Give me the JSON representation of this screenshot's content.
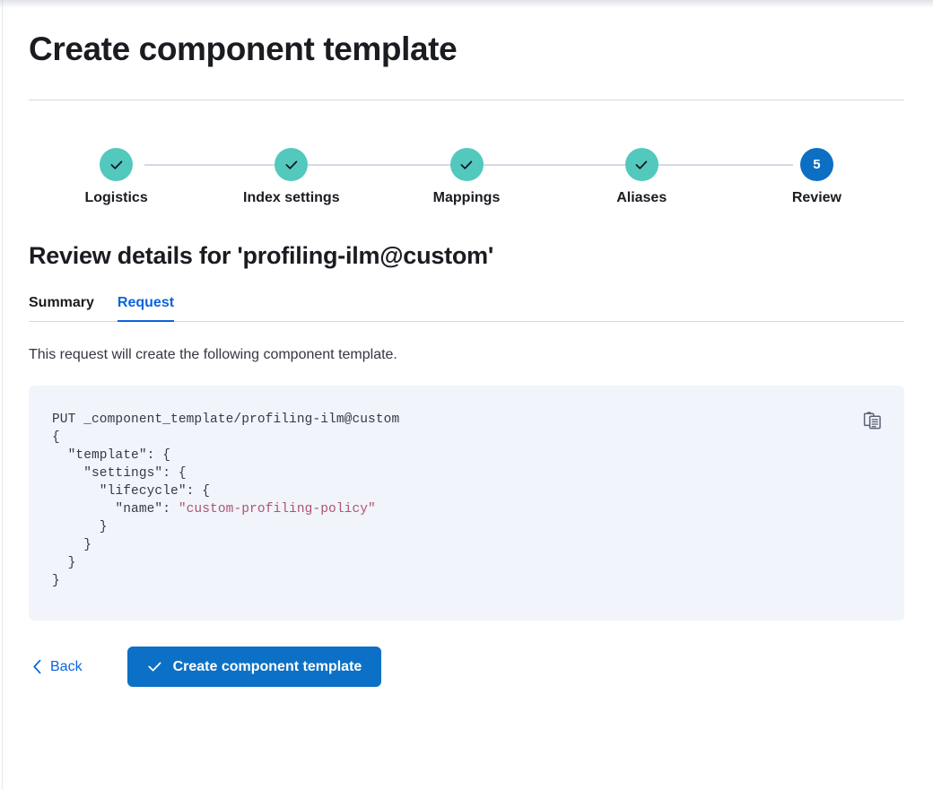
{
  "header": {
    "title": "Create component template"
  },
  "stepper": {
    "steps": [
      {
        "label": "Logistics",
        "state": "complete",
        "indicator": "check-icon"
      },
      {
        "label": "Index settings",
        "state": "complete",
        "indicator": "check-icon"
      },
      {
        "label": "Mappings",
        "state": "complete",
        "indicator": "check-icon"
      },
      {
        "label": "Aliases",
        "state": "complete",
        "indicator": "check-icon"
      },
      {
        "label": "Review",
        "state": "current",
        "indicator": "5"
      }
    ],
    "colors": {
      "complete": "#53c8bd",
      "current": "#0d6fc4",
      "line": "#d3dae6"
    }
  },
  "review": {
    "section_title": "Review details for 'profiling-ilm@custom'",
    "tabs": [
      {
        "label": "Summary",
        "active": false
      },
      {
        "label": "Request",
        "active": true
      }
    ],
    "description": "This request will create the following component template.",
    "code": {
      "copy_icon": "copy-clipboard-icon",
      "background": "#f1f4fa",
      "lines": [
        {
          "text": "PUT _component_template/profiling-ilm@custom"
        },
        {
          "text": "{"
        },
        {
          "text": "  \"template\": {"
        },
        {
          "text": "    \"settings\": {"
        },
        {
          "text": "      \"lifecycle\": {"
        },
        {
          "prefix": "        \"name\": ",
          "string": "\"custom-profiling-policy\""
        },
        {
          "text": "      }"
        },
        {
          "text": "    }"
        },
        {
          "text": "  }"
        },
        {
          "text": "}"
        }
      ]
    }
  },
  "actions": {
    "back_label": "Back",
    "back_icon": "chevron-left-icon",
    "submit_label": "Create component template",
    "submit_icon": "check-icon",
    "submit_color": "#0c71c6"
  }
}
